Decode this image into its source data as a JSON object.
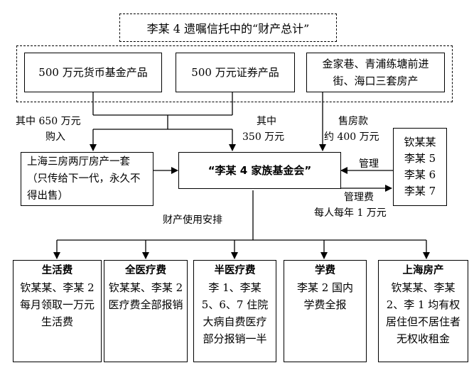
{
  "title": "李某 4 遗嘱信托中的“财产总计”",
  "assets": [
    "500 万元货币基金产品",
    "500 万元证券产品",
    "金家巷、青浦练塘前进街、海口三套房产"
  ],
  "flows": {
    "buy_house_l1": "其中 650 万元",
    "buy_house_l2": "购入",
    "to_fund_l1": "其中",
    "to_fund_l2": "350 万元",
    "sale_l1": "售房款",
    "sale_l2": "约 400 万元"
  },
  "shanghai_house": "上海三房两厅房产一套（只传给下一代，永久不得出售）",
  "foundation": "“李某 4 家族基金会”",
  "managers": [
    "钦某某",
    "李某 5",
    "李某 6",
    "李某 7"
  ],
  "manage_label": "管理",
  "fee_l1": "管理费",
  "fee_l2": "每人每年 1 万元",
  "usage_label": "财产使用安排",
  "categories": [
    {
      "title": "生活费",
      "text": "钦某某、李某 2 每月领取一万元生活费"
    },
    {
      "title": "全医疗费",
      "text": "钦某某、李某 2 医疗费全部报销"
    },
    {
      "title": "半医疗费",
      "text": "李 1、李某 5、6、7 住院大病自费医疗部分报销一半"
    },
    {
      "title": "学费",
      "text": "李某 2 国内学费全报"
    },
    {
      "title": "上海房产",
      "text": "钦某某、李某 2、李 1 均有权居住但不居住者无权收租金"
    }
  ],
  "colors": {
    "line": "#000000",
    "background": "#ffffff"
  }
}
